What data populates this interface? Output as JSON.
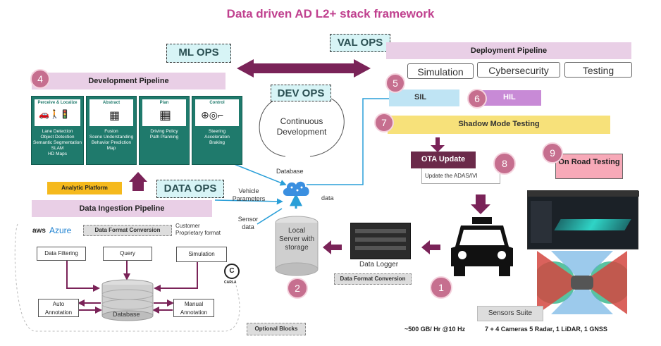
{
  "title": "Data driven AD L2+ stack framework",
  "ops": {
    "ml": "ML OPS",
    "val": "VAL OPS",
    "dev": "DEV OPS",
    "data": "DATA OPS"
  },
  "dev_pipeline": {
    "number": "4",
    "label": "Development Pipeline",
    "cards": [
      {
        "title": "Perceive & Localize",
        "lines": [
          "Lane Detection",
          "Object Detection",
          "Semantic Segmentation",
          "SLAM",
          "HD Maps"
        ]
      },
      {
        "title": "Abstract",
        "lines": [
          "Fusion",
          "Scene Understanding",
          "Behavior Prediction",
          "Map"
        ]
      },
      {
        "title": "Plan",
        "lines": [
          "Driving Policy",
          "Path Planning"
        ]
      },
      {
        "title": "Control",
        "lines": [
          "Steering",
          "Acceleration",
          "Braking"
        ]
      }
    ]
  },
  "continuous_development": "Continuous Development",
  "deployment": {
    "label": "Deployment Pipeline",
    "boxes": [
      "Simulation",
      "Cybersecurity",
      "Testing"
    ],
    "sil_number": "5",
    "sil": "SIL",
    "hil_number": "6",
    "hil": "HIL",
    "shadow_number": "7",
    "shadow": "Shadow Mode Testing",
    "ota_number": "8",
    "ota": "OTA Update",
    "ota_sub": "Update the ADAS/IVI",
    "road_number": "9",
    "road": "On Road Testing"
  },
  "labels": {
    "database": "Database",
    "data": "data",
    "vehicle_params": "Vehicle Parameters",
    "sensor_data": "Sensor data",
    "local_server": "Local Server with storage",
    "server_number": "2",
    "data_logger": "Data Logger",
    "logger_conversion": "Data Format Conversion",
    "car_number": "1",
    "sensors_suite": "Sensors Suite",
    "throughput": "~500 GB/ Hr @10 Hz",
    "sensor_config": "7 + 4 Cameras 5 Radar, 1 LiDAR, 1 GNSS",
    "optional": "Optional Blocks"
  },
  "ingestion": {
    "analytic": "Analytic Platform",
    "label": "Data Ingestion Pipeline",
    "aws": "aws",
    "azure": "Azure",
    "conversion": "Data Format Conversion",
    "customer": "Customer Proprietary format",
    "filtering": "Data Filtering",
    "query": "Query",
    "simulation": "Simulation",
    "carla": "CARLA",
    "auto": "Auto Annotation",
    "manual": "Manual Annotation",
    "database": "Database"
  },
  "colors": {
    "title": "#c0418f",
    "ops_bg": "#d7f4f6",
    "pink_bar": "#e9cfe6",
    "card_green": "#1f7a6c",
    "arrow_purple": "#7a2358",
    "circle": "#c66f8f",
    "sil_blue": "#bfe4f4",
    "hil_purple": "#c88ad6",
    "shadow_yellow": "#f7e17a",
    "ota_dark": "#6b2a4a",
    "road_pink": "#f7a9b8",
    "analytic_orange": "#f5b91d",
    "connector_blue": "#2a9fd8"
  }
}
